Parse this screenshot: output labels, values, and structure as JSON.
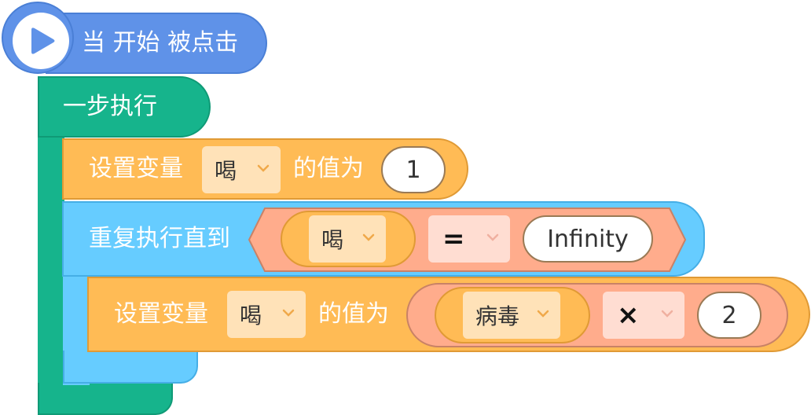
{
  "hat": {
    "label": "当 开始 被点击",
    "icon": "play-icon"
  },
  "step_block": {
    "label": "一步执行"
  },
  "set_block_1": {
    "label_prefix": "设置变量",
    "variable": "喝",
    "label_mid": "的值为",
    "value": "1"
  },
  "repeat_block": {
    "label": "重复执行直到",
    "condition": {
      "left_variable": "喝",
      "operator": "=",
      "right_value": "Infinity"
    }
  },
  "set_block_2": {
    "label_prefix": "设置变量",
    "variable": "喝",
    "label_mid": "的值为",
    "expression": {
      "left_variable": "病毒",
      "operator": "×",
      "right_value": "2"
    }
  },
  "colors": {
    "hat": "#5f92e8",
    "step": "#16b48c",
    "set": "#ffbb55",
    "repeat": "#66ccff",
    "operator": "#ffac8c"
  }
}
